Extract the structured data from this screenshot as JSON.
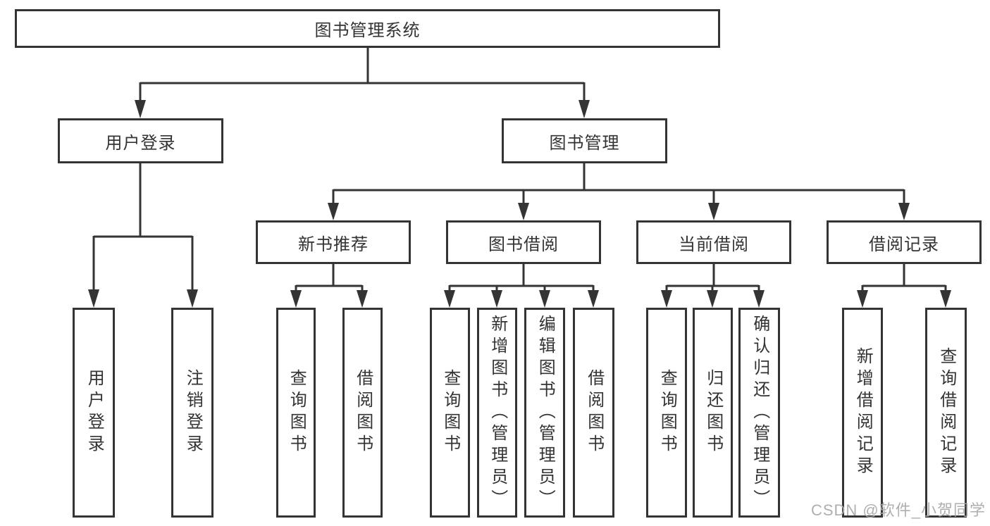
{
  "diagram": {
    "title": "图书管理系统",
    "tree": {
      "label": "图书管理系统",
      "children": [
        {
          "label": "用户登录",
          "children": [
            {
              "label": "用户登录"
            },
            {
              "label": "注销登录"
            }
          ]
        },
        {
          "label": "图书管理",
          "children": [
            {
              "label": "新书推荐",
              "children": [
                {
                  "label": "查询图书"
                },
                {
                  "label": "借阅图书"
                }
              ]
            },
            {
              "label": "图书借阅",
              "children": [
                {
                  "label": "查询图书"
                },
                {
                  "label": "新增图书（管理员）"
                },
                {
                  "label": "编辑图书（管理员）"
                },
                {
                  "label": "借阅图书"
                }
              ]
            },
            {
              "label": "当前借阅",
              "children": [
                {
                  "label": "查询图书"
                },
                {
                  "label": "归还图书"
                },
                {
                  "label": "确认归还（管理员）"
                }
              ]
            },
            {
              "label": "借阅记录",
              "children": [
                {
                  "label": "新增借阅记录"
                },
                {
                  "label": "查询借阅记录"
                }
              ]
            }
          ]
        }
      ]
    }
  },
  "watermark": "CSDN @软件_小贺同学",
  "colors": {
    "line": "#343434",
    "border": "#343434",
    "text": "#333333",
    "watermark": "#a8a8a8",
    "background": "#ffffff"
  }
}
